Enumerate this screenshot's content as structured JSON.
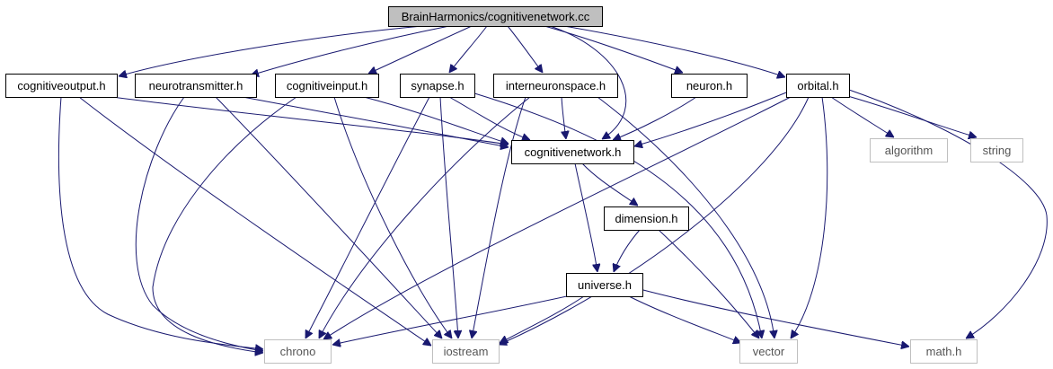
{
  "diagram": {
    "title": "BrainHarmonics/cognitivenetwork.cc",
    "colors": {
      "edge": "#191970",
      "root_fill": "#bfbfbf",
      "node_stroke": "#000000",
      "external_stroke": "#bfbfbf",
      "external_text": "#555555",
      "text": "#000000"
    },
    "nodes": [
      {
        "id": "root",
        "label": "BrainHarmonics/cognitivenetwork.cc",
        "kind": "root"
      },
      {
        "id": "cognitiveoutput",
        "label": "cognitiveoutput.h",
        "kind": "local"
      },
      {
        "id": "neurotransmitter",
        "label": "neurotransmitter.h",
        "kind": "local"
      },
      {
        "id": "cognitiveinput",
        "label": "cognitiveinput.h",
        "kind": "local"
      },
      {
        "id": "synapse",
        "label": "synapse.h",
        "kind": "local"
      },
      {
        "id": "interneuronspace",
        "label": "interneuronspace.h",
        "kind": "local"
      },
      {
        "id": "neuron",
        "label": "neuron.h",
        "kind": "local"
      },
      {
        "id": "orbital",
        "label": "orbital.h",
        "kind": "local"
      },
      {
        "id": "cognitivenetwork",
        "label": "cognitivenetwork.h",
        "kind": "local"
      },
      {
        "id": "algorithm",
        "label": "algorithm",
        "kind": "external"
      },
      {
        "id": "string",
        "label": "string",
        "kind": "external"
      },
      {
        "id": "dimension",
        "label": "dimension.h",
        "kind": "local"
      },
      {
        "id": "universe",
        "label": "universe.h",
        "kind": "local"
      },
      {
        "id": "chrono",
        "label": "chrono",
        "kind": "external"
      },
      {
        "id": "iostream",
        "label": "iostream",
        "kind": "external"
      },
      {
        "id": "vector",
        "label": "vector",
        "kind": "external"
      },
      {
        "id": "math",
        "label": "math.h",
        "kind": "external"
      }
    ],
    "edges": [
      [
        "root",
        "cognitiveoutput"
      ],
      [
        "root",
        "neurotransmitter"
      ],
      [
        "root",
        "cognitiveinput"
      ],
      [
        "root",
        "synapse"
      ],
      [
        "root",
        "interneuronspace"
      ],
      [
        "root",
        "neuron"
      ],
      [
        "root",
        "orbital"
      ],
      [
        "root",
        "cognitivenetwork"
      ],
      [
        "cognitiveoutput",
        "cognitivenetwork"
      ],
      [
        "cognitiveoutput",
        "chrono"
      ],
      [
        "cognitiveoutput",
        "iostream"
      ],
      [
        "neurotransmitter",
        "cognitivenetwork"
      ],
      [
        "neurotransmitter",
        "chrono"
      ],
      [
        "neurotransmitter",
        "iostream"
      ],
      [
        "cognitiveinput",
        "cognitivenetwork"
      ],
      [
        "cognitiveinput",
        "chrono"
      ],
      [
        "cognitiveinput",
        "iostream"
      ],
      [
        "synapse",
        "cognitivenetwork"
      ],
      [
        "synapse",
        "chrono"
      ],
      [
        "synapse",
        "iostream"
      ],
      [
        "synapse",
        "vector"
      ],
      [
        "interneuronspace",
        "cognitivenetwork"
      ],
      [
        "interneuronspace",
        "chrono"
      ],
      [
        "interneuronspace",
        "iostream"
      ],
      [
        "interneuronspace",
        "vector"
      ],
      [
        "neuron",
        "cognitivenetwork"
      ],
      [
        "orbital",
        "cognitivenetwork"
      ],
      [
        "orbital",
        "algorithm"
      ],
      [
        "orbital",
        "string"
      ],
      [
        "orbital",
        "chrono"
      ],
      [
        "orbital",
        "iostream"
      ],
      [
        "orbital",
        "vector"
      ],
      [
        "orbital",
        "math"
      ],
      [
        "cognitivenetwork",
        "dimension"
      ],
      [
        "cognitivenetwork",
        "universe"
      ],
      [
        "dimension",
        "universe"
      ],
      [
        "dimension",
        "vector"
      ],
      [
        "universe",
        "chrono"
      ],
      [
        "universe",
        "iostream"
      ],
      [
        "universe",
        "vector"
      ],
      [
        "universe",
        "math"
      ]
    ]
  }
}
